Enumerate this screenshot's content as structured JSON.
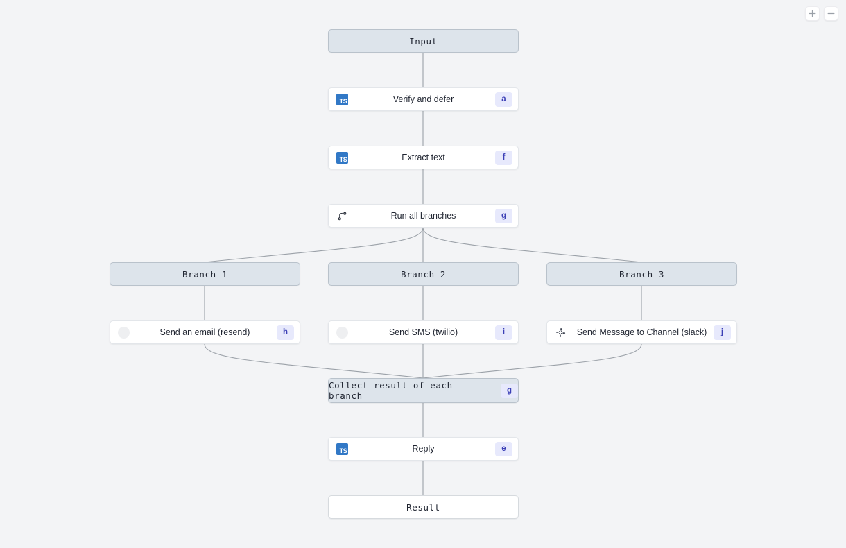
{
  "canvas": {
    "background": "#f3f4f6",
    "accent_badge_bg": "#e7e9fc",
    "accent_badge_fg": "#3b3fb6",
    "shell_bg": "#dde4eb",
    "shell_border": "#b9c2cb",
    "edge_color": "#9ba1a8"
  },
  "controls": {
    "zoom_in_label": "+",
    "zoom_in_icon": "plus-icon",
    "zoom_out_label": "−",
    "zoom_out_icon": "minus-icon"
  },
  "nodes": {
    "input": {
      "label": "Input"
    },
    "verify": {
      "label": "Verify and defer",
      "badge": "a",
      "icon": "typescript-icon"
    },
    "extract": {
      "label": "Extract text",
      "badge": "f",
      "icon": "typescript-icon"
    },
    "run_all": {
      "label": "Run all branches",
      "badge": "g",
      "icon": "branch-fork-icon"
    },
    "branch1": {
      "label": "Branch 1"
    },
    "branch2": {
      "label": "Branch 2"
    },
    "branch3": {
      "label": "Branch 3"
    },
    "email": {
      "label": "Send an email (resend)",
      "badge": "h",
      "icon": "blank-circle-icon"
    },
    "sms": {
      "label": "Send SMS (twilio)",
      "badge": "i",
      "icon": "blank-circle-icon"
    },
    "slack": {
      "label": "Send Message to Channel (slack)",
      "badge": "j",
      "icon": "slack-icon"
    },
    "collect": {
      "label": "Collect result of each branch",
      "badge": "g"
    },
    "reply": {
      "label": "Reply",
      "badge": "e",
      "icon": "typescript-icon"
    },
    "result": {
      "label": "Result"
    }
  }
}
